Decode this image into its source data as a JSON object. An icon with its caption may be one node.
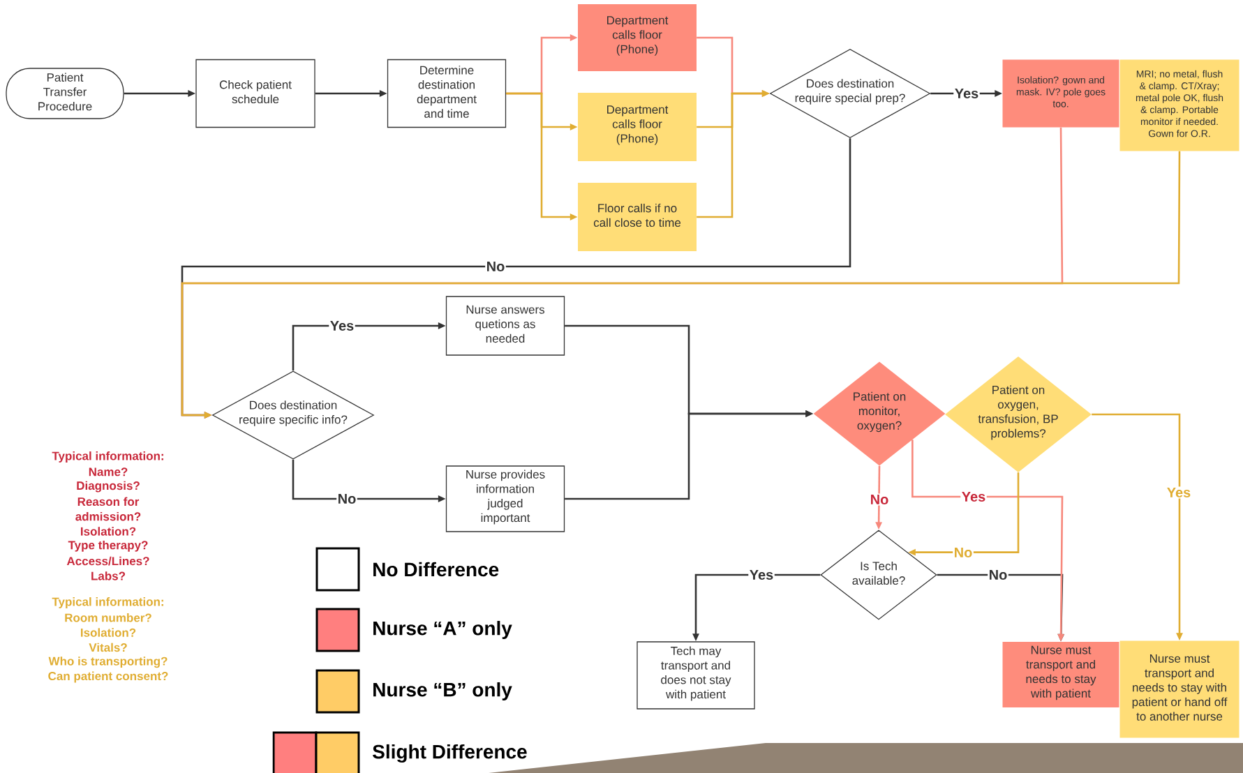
{
  "diagram": {
    "nodes": [
      {
        "text": [
          "Patient Transfer Procedure"
        ]
      },
      {
        "text": [
          "Check patient schedule"
        ]
      },
      {
        "text": [
          "Determine destination department and time"
        ]
      },
      {
        "text": [
          "Department calls floor (Phone)"
        ]
      },
      {
        "text": [
          "Department calls floor (Phone)"
        ]
      },
      {
        "text": [
          "Floor calls if no call close to time"
        ]
      },
      {
        "text": [
          "Does destination require special prep?"
        ]
      },
      {
        "text": [
          "Isolation? gown and mask.  IV? pole goes too."
        ]
      },
      {
        "text": [
          "MRI; no metal, flush & clamp. CT/Xray; metal pole OK, flush & clamp.  Portable monitor if needed. Gown for O.R."
        ]
      },
      {
        "text": [
          "Does destination require specific info?"
        ]
      },
      {
        "text": [
          "Nurse answers quetions as needed"
        ]
      },
      {
        "text": [
          "Nurse provides information judged important"
        ]
      },
      {
        "text": [
          "Patient on monitor, oxygen?"
        ]
      },
      {
        "text": [
          "Patient on oxygen, transfusion, BP problems?"
        ]
      },
      {
        "text": [
          "Is Tech available?"
        ]
      },
      {
        "text": [
          "Tech may transport and does not stay with patient"
        ]
      },
      {
        "text": [
          "Nurse must transport and needs to stay with patient"
        ]
      },
      {
        "text": [
          "Nurse must transport and needs to stay with patient or hand off to another nurse"
        ]
      }
    ],
    "edges": [
      {
        "from": 0,
        "to": 1,
        "arrow": "to"
      },
      {
        "from": 1,
        "to": 2,
        "arrow": "to"
      },
      {
        "from": 2,
        "to": 3,
        "arrow": "to",
        "color": "#f7887c"
      },
      {
        "from": 2,
        "to": 4,
        "arrow": "to",
        "color": "#e0ad32"
      },
      {
        "from": 2,
        "to": 5,
        "arrow": "to",
        "color": "#e0ad32"
      },
      {
        "from": 3,
        "to": 6,
        "arrow": "to",
        "color": "#f7887c"
      },
      {
        "from": 4,
        "to": 6,
        "arrow": "to",
        "color": "#e0ad32"
      },
      {
        "from": 5,
        "to": 6,
        "arrow": "to",
        "color": "#e0ad32"
      },
      {
        "from": 6,
        "to": 7,
        "arrow": "to",
        "label": "Yes"
      },
      {
        "from": 6,
        "to": 9,
        "arrow": "to",
        "label": "No"
      },
      {
        "from": 7,
        "to": 9,
        "arrow": "to",
        "color": "#f7887c"
      },
      {
        "from": 8,
        "to": 9,
        "arrow": "to",
        "color": "#e0ad32"
      },
      {
        "from": 9,
        "to": 10,
        "arrow": "to",
        "label": "Yes"
      },
      {
        "from": 9,
        "to": 11,
        "arrow": "to",
        "label": "No"
      },
      {
        "from": 10,
        "to": 12,
        "arrow": "to"
      },
      {
        "from": 11,
        "to": 12,
        "arrow": "to"
      },
      {
        "from": 12,
        "to": 14,
        "arrow": "to",
        "label": "No",
        "color": "#f7887c"
      },
      {
        "from": 12,
        "to": 16,
        "arrow": "to",
        "label": "Yes",
        "color": "#f7887c"
      },
      {
        "from": 13,
        "to": 14,
        "arrow": "to",
        "label": "No",
        "color": "#e0ad32"
      },
      {
        "from": 13,
        "to": 17,
        "arrow": "to",
        "label": "Yes",
        "color": "#e0ad32"
      },
      {
        "from": 14,
        "to": 15,
        "arrow": "to",
        "label": "Yes"
      },
      {
        "from": 14,
        "to": 16,
        "arrow": "to",
        "label": "No"
      }
    ],
    "labels": [
      "Typical information:",
      "Name?",
      "Diagnosis?",
      "Reason for admission?",
      "Isolation?",
      "Type therapy?",
      "Access/Lines?",
      "Labs?",
      "Typical information:",
      "Room number?",
      "Isolation?",
      "Vitals?",
      "Who is transporting?",
      "Can patient consent?"
    ],
    "legend": [
      {
        "text": "No Difference"
      },
      {
        "text": "Nurse “A” only",
        "color": "#ff7f7f"
      },
      {
        "text": "Nurse “B” only",
        "color": "#ffcc66"
      },
      {
        "text": "Slight Difference"
      }
    ]
  }
}
